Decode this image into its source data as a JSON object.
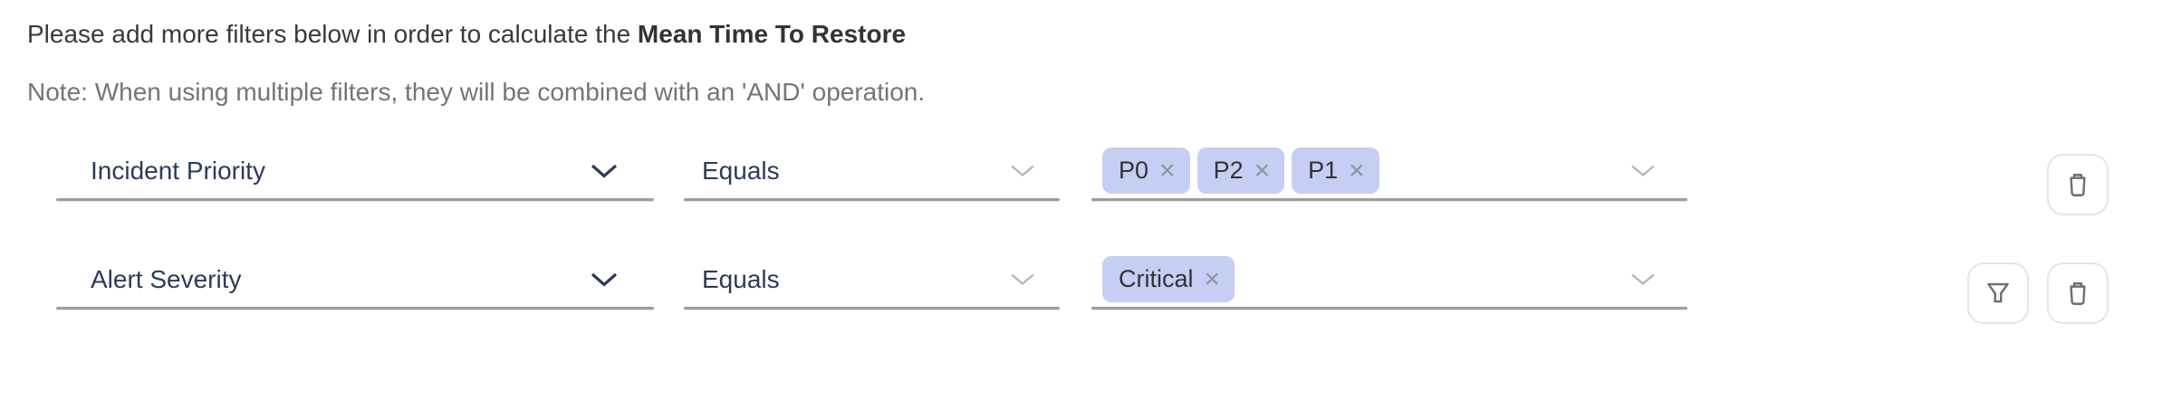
{
  "header": {
    "intro_text": "Please add more filters below in order to calculate the ",
    "metric_name": "Mean Time To Restore",
    "note_text": "Note: When using multiple filters, they will be combined with an 'AND' operation."
  },
  "filters": {
    "remove_tag_glyph": "×",
    "rows": [
      {
        "field": "Incident Priority",
        "operator": "Equals",
        "values": [
          "P0",
          "P2",
          "P1"
        ],
        "actions": [
          "delete"
        ]
      },
      {
        "field": "Alert Severity",
        "operator": "Equals",
        "values": [
          "Critical"
        ],
        "actions": [
          "filter",
          "delete"
        ]
      }
    ]
  },
  "colors": {
    "body_text": "#3a3a3a",
    "metric_text": "#333333",
    "note_text": "#757575",
    "select_text": "#2d3a5a",
    "chevron_dark": "#2d3a5a",
    "chevron_light": "#b3b7bd",
    "underline": "#9d9d9d",
    "tag_background": "#c6cef4",
    "tag_text": "#333333",
    "tag_remove": "#8d939c",
    "icon_button_border": "#e5e5e5",
    "icon_stroke": "#6e6e6e"
  }
}
